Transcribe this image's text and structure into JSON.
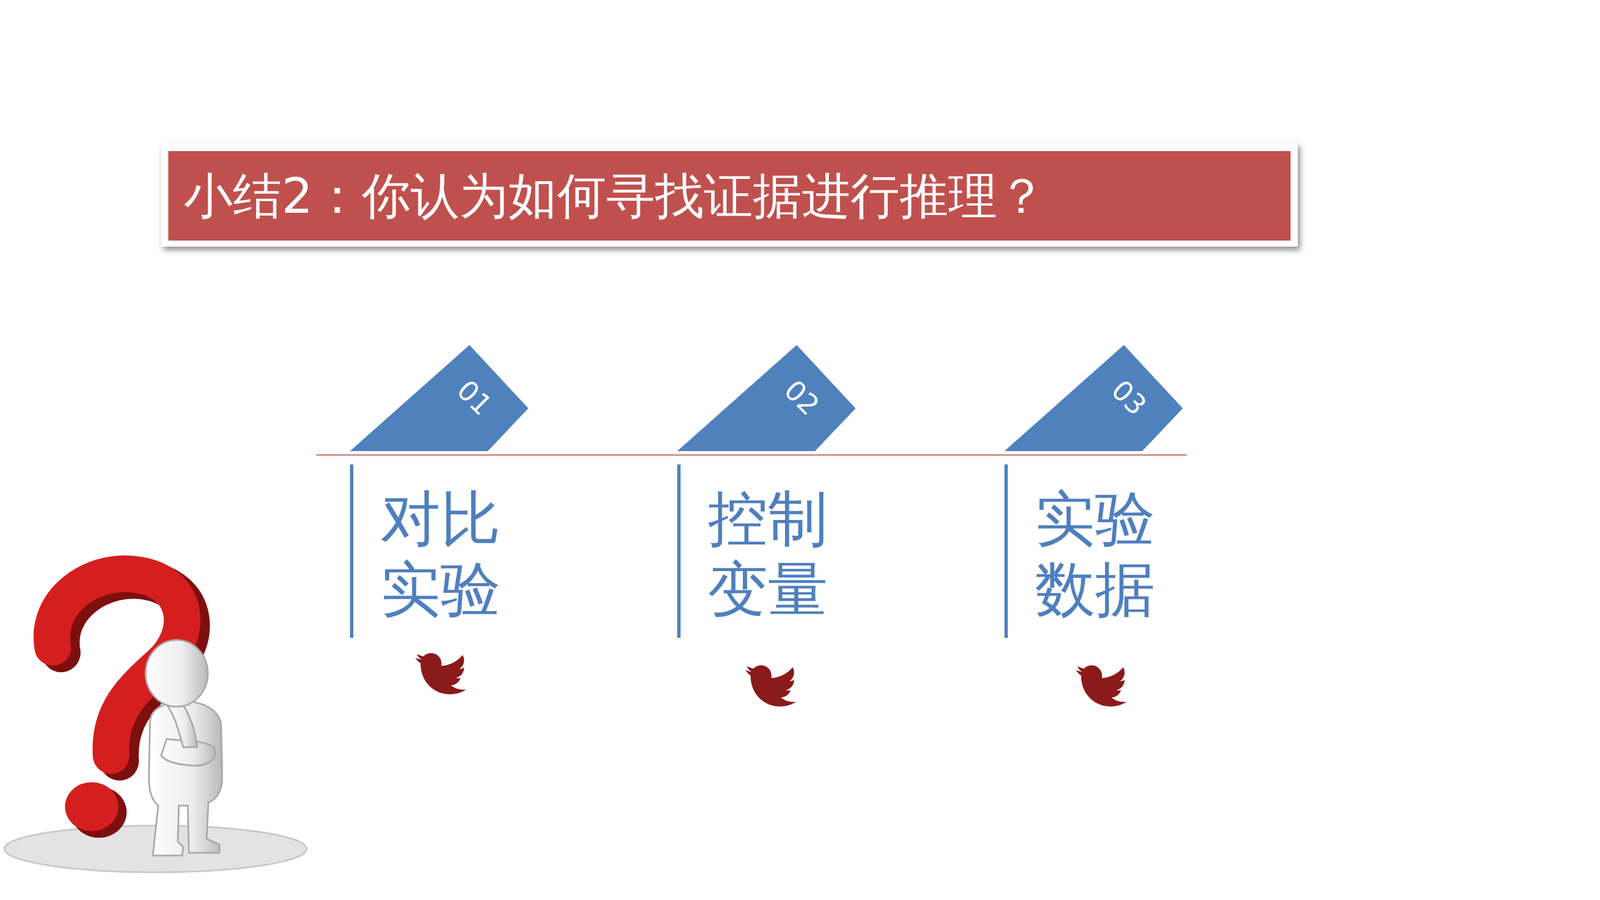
{
  "diagram": {
    "title": "小结2：你认为如何寻找证据进行推理？",
    "nodes": [
      {
        "text": [
          "01",
          "对比 实验"
        ]
      },
      {
        "text": [
          "02",
          "控制 变量"
        ]
      },
      {
        "text": [
          "03",
          "实验 数据"
        ]
      }
    ]
  }
}
